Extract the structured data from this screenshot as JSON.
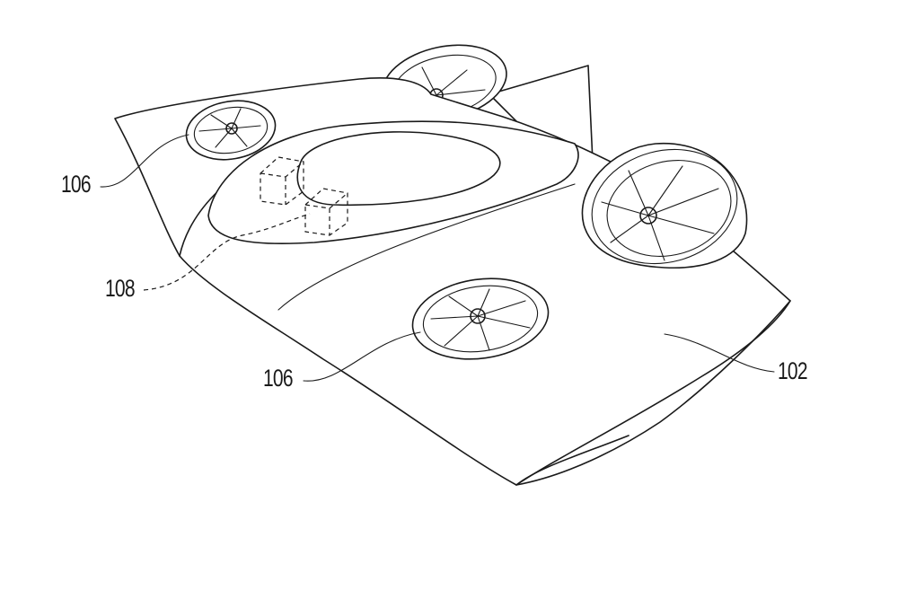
{
  "labels": {
    "fan_left": "106",
    "fan_center": "106",
    "storage": "108",
    "body": "102"
  }
}
